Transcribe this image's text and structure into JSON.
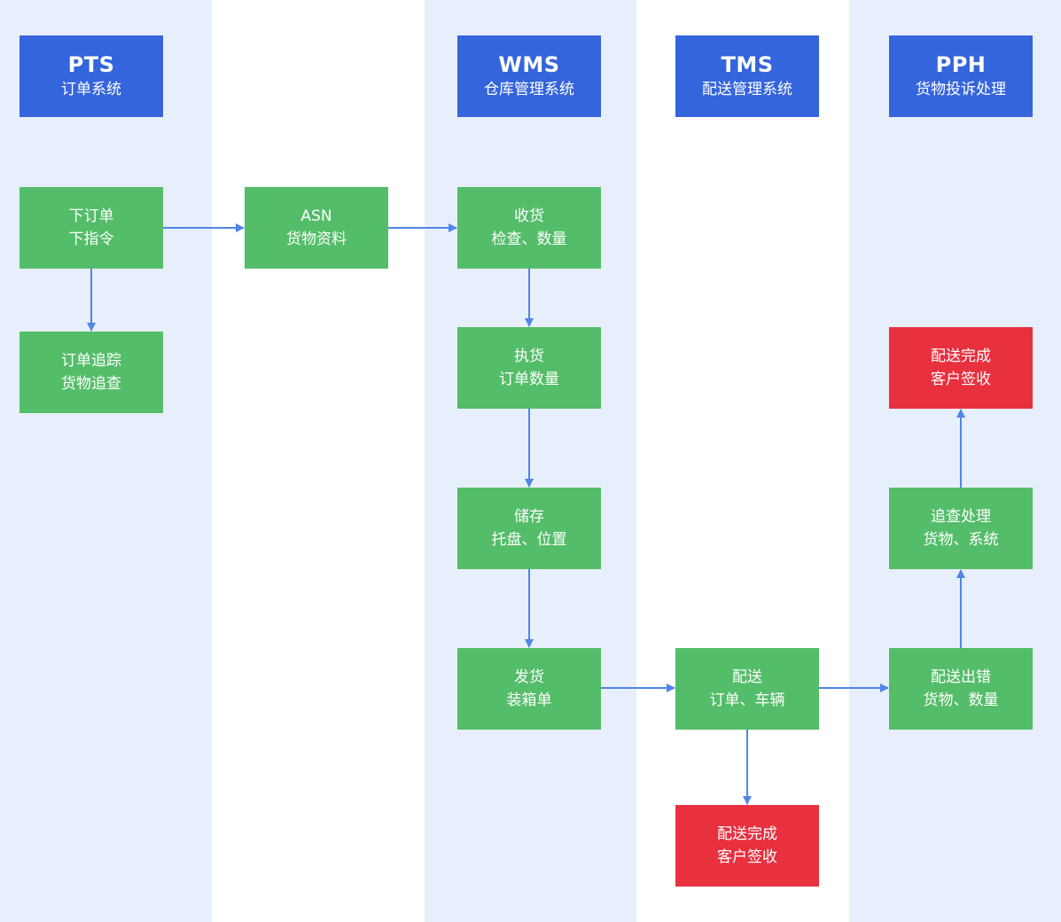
{
  "lanes": [
    {
      "id": "pts",
      "title": "PTS",
      "subtitle": "订单系统"
    },
    {
      "id": "asn",
      "title": "",
      "subtitle": ""
    },
    {
      "id": "wms",
      "title": "WMS",
      "subtitle": "仓库管理系统"
    },
    {
      "id": "tms",
      "title": "TMS",
      "subtitle": "配送管理系统"
    },
    {
      "id": "pph",
      "title": "PPH",
      "subtitle": "货物投诉处理"
    }
  ],
  "nodes": {
    "place_order": {
      "line1": "下订单",
      "line2": "下指令",
      "status": "step"
    },
    "order_tracking": {
      "line1": "订单追踪",
      "line2": "货物追查",
      "status": "step"
    },
    "asn": {
      "line1": "ASN",
      "line2": "货物资料",
      "status": "step"
    },
    "receiving": {
      "line1": "收货",
      "line2": "检查、数量",
      "status": "step"
    },
    "picking": {
      "line1": "执货",
      "line2": "订单数量",
      "status": "step"
    },
    "storage": {
      "line1": "储存",
      "line2": "托盘、位置",
      "status": "step"
    },
    "shipping": {
      "line1": "发货",
      "line2": "装箱单",
      "status": "step"
    },
    "delivery": {
      "line1": "配送",
      "line2": "订单、车辆",
      "status": "step"
    },
    "delivery_complete_tms": {
      "line1": "配送完成",
      "line2": "客户签收",
      "status": "done"
    },
    "delivery_error": {
      "line1": "配送出错",
      "line2": "货物、数量",
      "status": "step"
    },
    "investigation": {
      "line1": "追查处理",
      "line2": "货物、系统",
      "status": "step"
    },
    "delivery_complete_pph": {
      "line1": "配送完成",
      "line2": "客户签收",
      "status": "done"
    }
  },
  "edges": [
    {
      "from": "place_order",
      "to": "asn"
    },
    {
      "from": "place_order",
      "to": "order_tracking"
    },
    {
      "from": "asn",
      "to": "receiving"
    },
    {
      "from": "receiving",
      "to": "picking"
    },
    {
      "from": "picking",
      "to": "storage"
    },
    {
      "from": "storage",
      "to": "shipping"
    },
    {
      "from": "shipping",
      "to": "delivery"
    },
    {
      "from": "delivery",
      "to": "delivery_complete_tms"
    },
    {
      "from": "delivery",
      "to": "delivery_error"
    },
    {
      "from": "delivery_error",
      "to": "investigation"
    },
    {
      "from": "investigation",
      "to": "delivery_complete_pph"
    }
  ],
  "colors": {
    "lane_background": "#e8effc",
    "header": "#3565dc",
    "step": "#54bd69",
    "done": "#e8303f",
    "arrow": "#4f86e8"
  }
}
